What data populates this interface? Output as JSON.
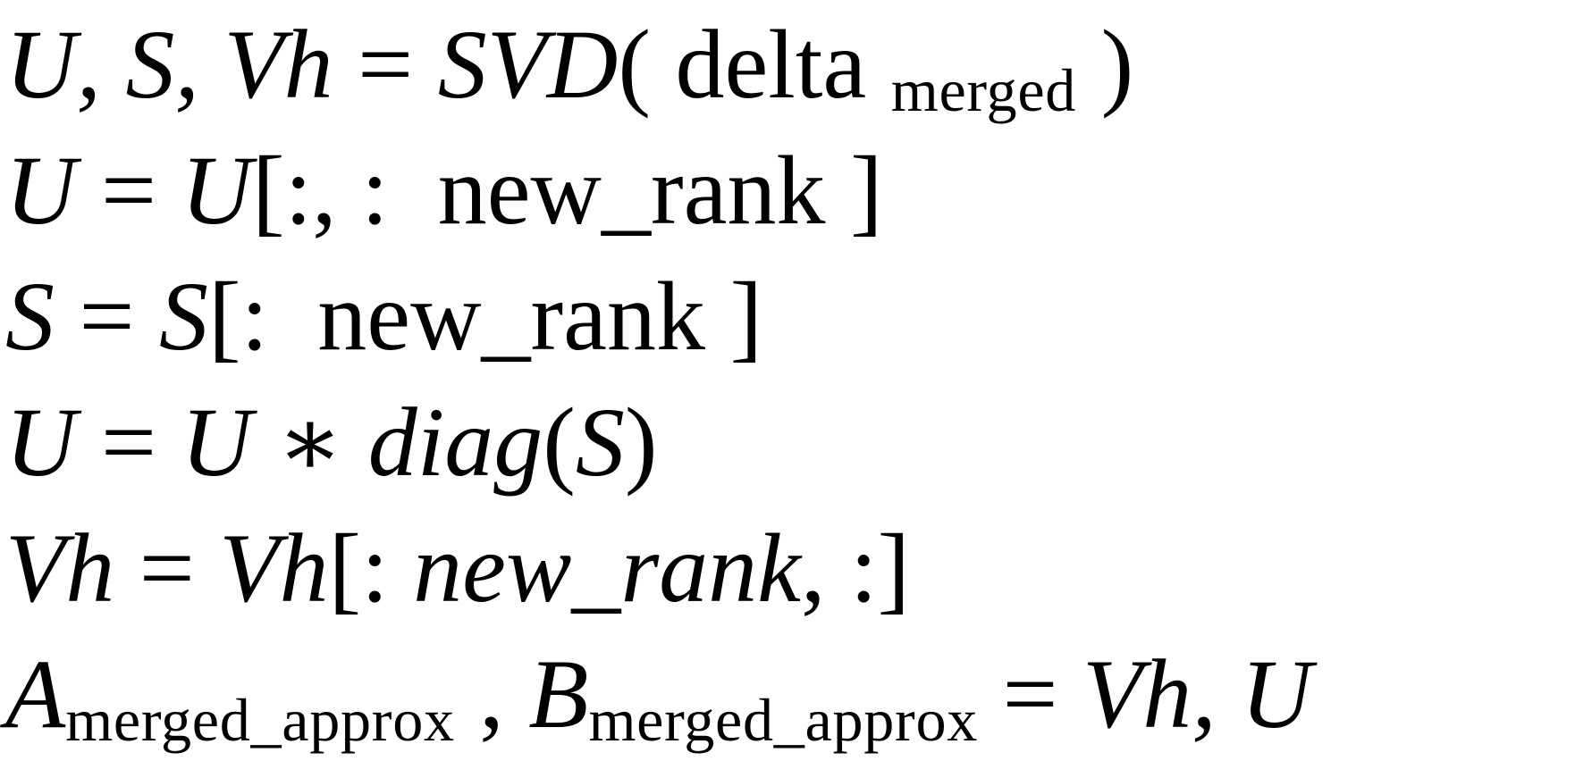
{
  "page": {
    "background_color": "#ffffff",
    "text_color": "#000000"
  },
  "equation_block": {
    "type": "math-pseudocode",
    "plain_text": [
      "U, S, Vh = SVD( delta_merged )",
      "U = U[:, : new_rank ]",
      "S = S[: new_rank ]",
      "U = U * diag(S)",
      "Vh = Vh[: new_rank, :]",
      "A_merged_approx , B_merged_approx = Vh, U"
    ],
    "lines": [
      {
        "name": "svd-decomposition",
        "segments": [
          {
            "text": "U, S, Vh",
            "style": "italic"
          },
          {
            "text": " = ",
            "style": "roman"
          },
          {
            "text": "SVD",
            "style": "italic"
          },
          {
            "text": "( delta ",
            "style": "roman"
          },
          {
            "text": "merged",
            "style": "sub"
          },
          {
            "text": " )",
            "style": "roman"
          }
        ]
      },
      {
        "name": "u-column-slice",
        "segments": [
          {
            "text": "U",
            "style": "italic"
          },
          {
            "text": " = ",
            "style": "roman"
          },
          {
            "text": "U",
            "style": "italic"
          },
          {
            "text": "[:, :  ",
            "style": "roman"
          },
          {
            "text": "new_rank",
            "style": "roman"
          },
          {
            "text": " ]",
            "style": "roman"
          }
        ]
      },
      {
        "name": "s-slice",
        "segments": [
          {
            "text": "S",
            "style": "italic"
          },
          {
            "text": " = ",
            "style": "roman"
          },
          {
            "text": "S",
            "style": "italic"
          },
          {
            "text": "[:  ",
            "style": "roman"
          },
          {
            "text": "new_rank",
            "style": "roman"
          },
          {
            "text": " ]",
            "style": "roman"
          }
        ]
      },
      {
        "name": "u-scale-by-diag-s",
        "segments": [
          {
            "text": "U",
            "style": "italic"
          },
          {
            "text": " = ",
            "style": "roman"
          },
          {
            "text": "U",
            "style": "italic"
          },
          {
            "text": " ∗ ",
            "style": "roman"
          },
          {
            "text": "diag",
            "style": "italic"
          },
          {
            "text": "(",
            "style": "roman"
          },
          {
            "text": "S",
            "style": "italic"
          },
          {
            "text": ")",
            "style": "roman"
          }
        ]
      },
      {
        "name": "vh-row-slice",
        "segments": [
          {
            "text": "Vh",
            "style": "italic"
          },
          {
            "text": " = ",
            "style": "roman"
          },
          {
            "text": "Vh",
            "style": "italic"
          },
          {
            "text": "[: ",
            "style": "roman"
          },
          {
            "text": "new_rank",
            "style": "italic"
          },
          {
            "text": ", :]",
            "style": "roman"
          }
        ]
      },
      {
        "name": "ab-merged-approx-assignment",
        "segments": [
          {
            "text": "A",
            "style": "italic"
          },
          {
            "text": "merged_approx",
            "style": "sub"
          },
          {
            "text": " , ",
            "style": "roman"
          },
          {
            "text": "B",
            "style": "italic"
          },
          {
            "text": "merged_approx",
            "style": "sub"
          },
          {
            "text": " = ",
            "style": "roman"
          },
          {
            "text": "Vh, U",
            "style": "italic"
          }
        ]
      }
    ]
  }
}
